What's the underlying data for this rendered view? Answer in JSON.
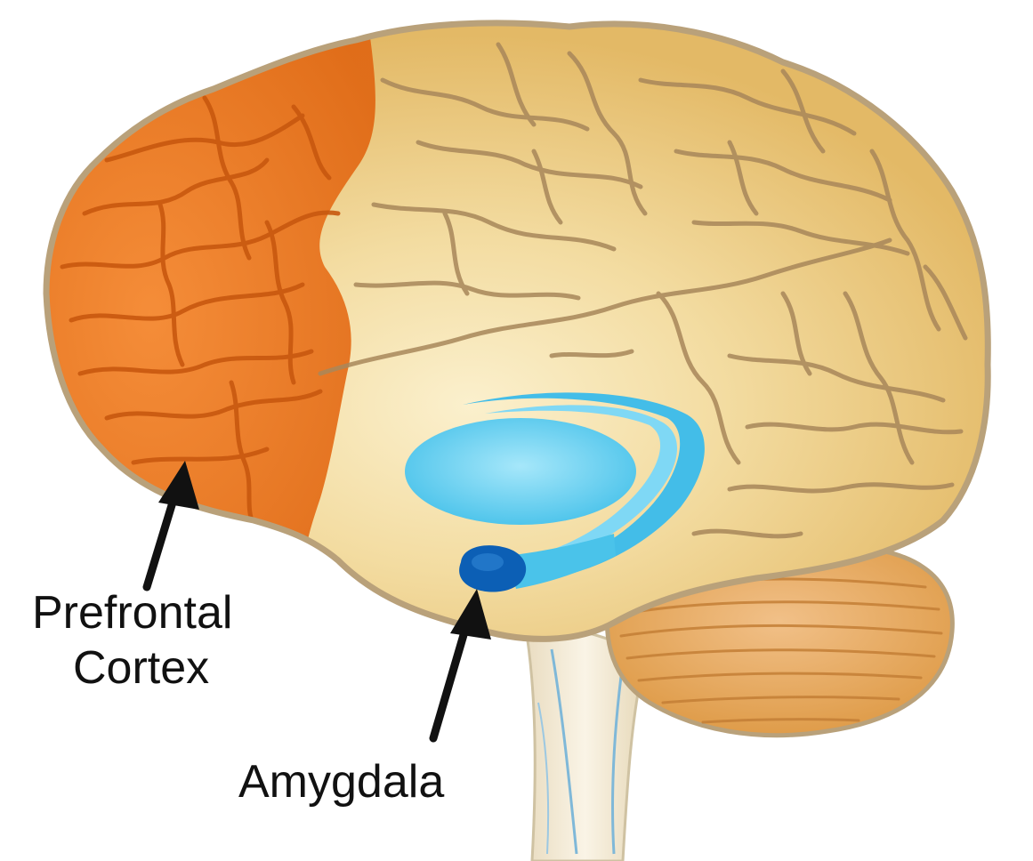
{
  "labels": {
    "prefrontal_line1": "Prefrontal",
    "prefrontal_line2": "Cortex",
    "amygdala": "Amygdala"
  },
  "regions": {
    "prefrontal_cortex": "prefrontal-cortex",
    "amygdala": "amygdala",
    "hippocampus": "hippocampus",
    "cerebellum": "cerebellum",
    "brainstem": "brainstem"
  },
  "colors": {
    "background": "#ffffff",
    "cortex": "#e9c47b",
    "cortex_light": "#f6e3b0",
    "sulci": "#a8875a",
    "outline": "#b9a17a",
    "prefrontal": "#f07a24",
    "prefrontal_dark": "#c8580f",
    "hippocampus": "#59cdf0",
    "hippocampus_light": "#9ee4f8",
    "amygdala": "#0c5fb5",
    "cerebellum": "#e6a45c",
    "cerebellum_lines": "#c47f36",
    "brainstem": "#f2ead6",
    "brainstem_lines": "#7fb8d8",
    "arrow": "#111111"
  }
}
